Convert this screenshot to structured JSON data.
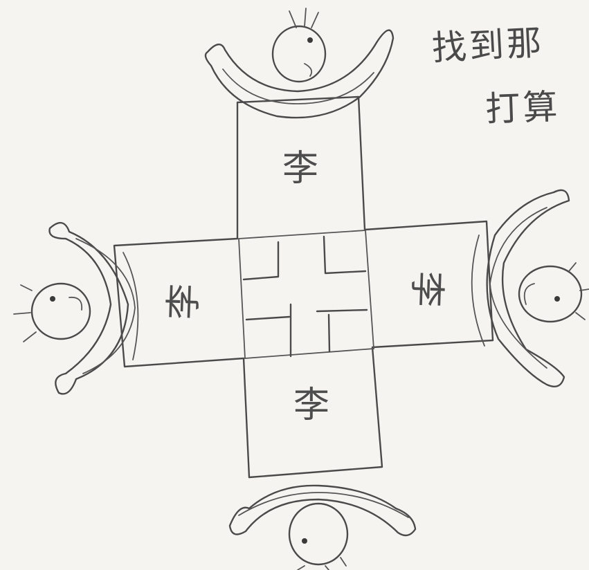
{
  "note": {
    "line1": "找到那",
    "line2": "打算"
  },
  "seats": {
    "top": "李",
    "bottom": "李",
    "left": "李",
    "right": "李"
  },
  "colors": {
    "paper": "#f5f4f1",
    "pencil": "#4a4a4a"
  }
}
